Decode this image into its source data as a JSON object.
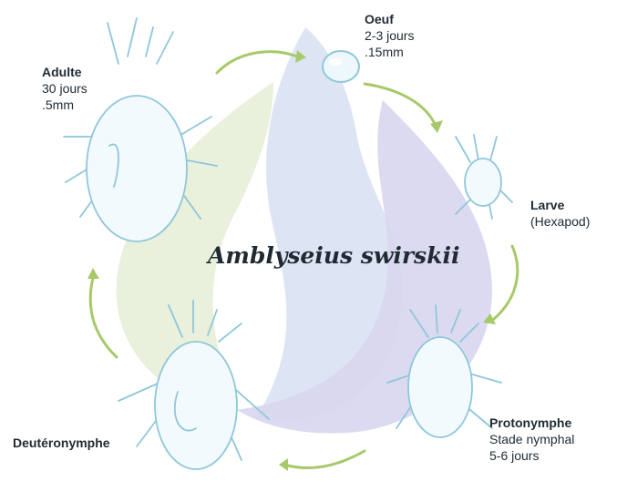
{
  "title": "Amblyseius swirskii",
  "colors": {
    "leaf_green": "#e9f0dc",
    "flame_blue": "#dde5f5",
    "flame_purple": "#d8d6ee",
    "arrow_green": "#a8c96a",
    "mite_line": "#9ccfe0"
  },
  "stages": {
    "oeuf": {
      "name": "Oeuf",
      "line1": "2-3 jours",
      "line2": ".15mm"
    },
    "adulte": {
      "name": "Adulte",
      "line1": "30 jours",
      "line2": ".5mm"
    },
    "larve": {
      "name": "Larve",
      "line1": "(Hexapod)"
    },
    "protonymphe": {
      "name": "Protonymphe",
      "line1": "Stade nymphal",
      "line2": "5-6 jours"
    },
    "deutero": {
      "name": "Deutéronymphe"
    }
  }
}
